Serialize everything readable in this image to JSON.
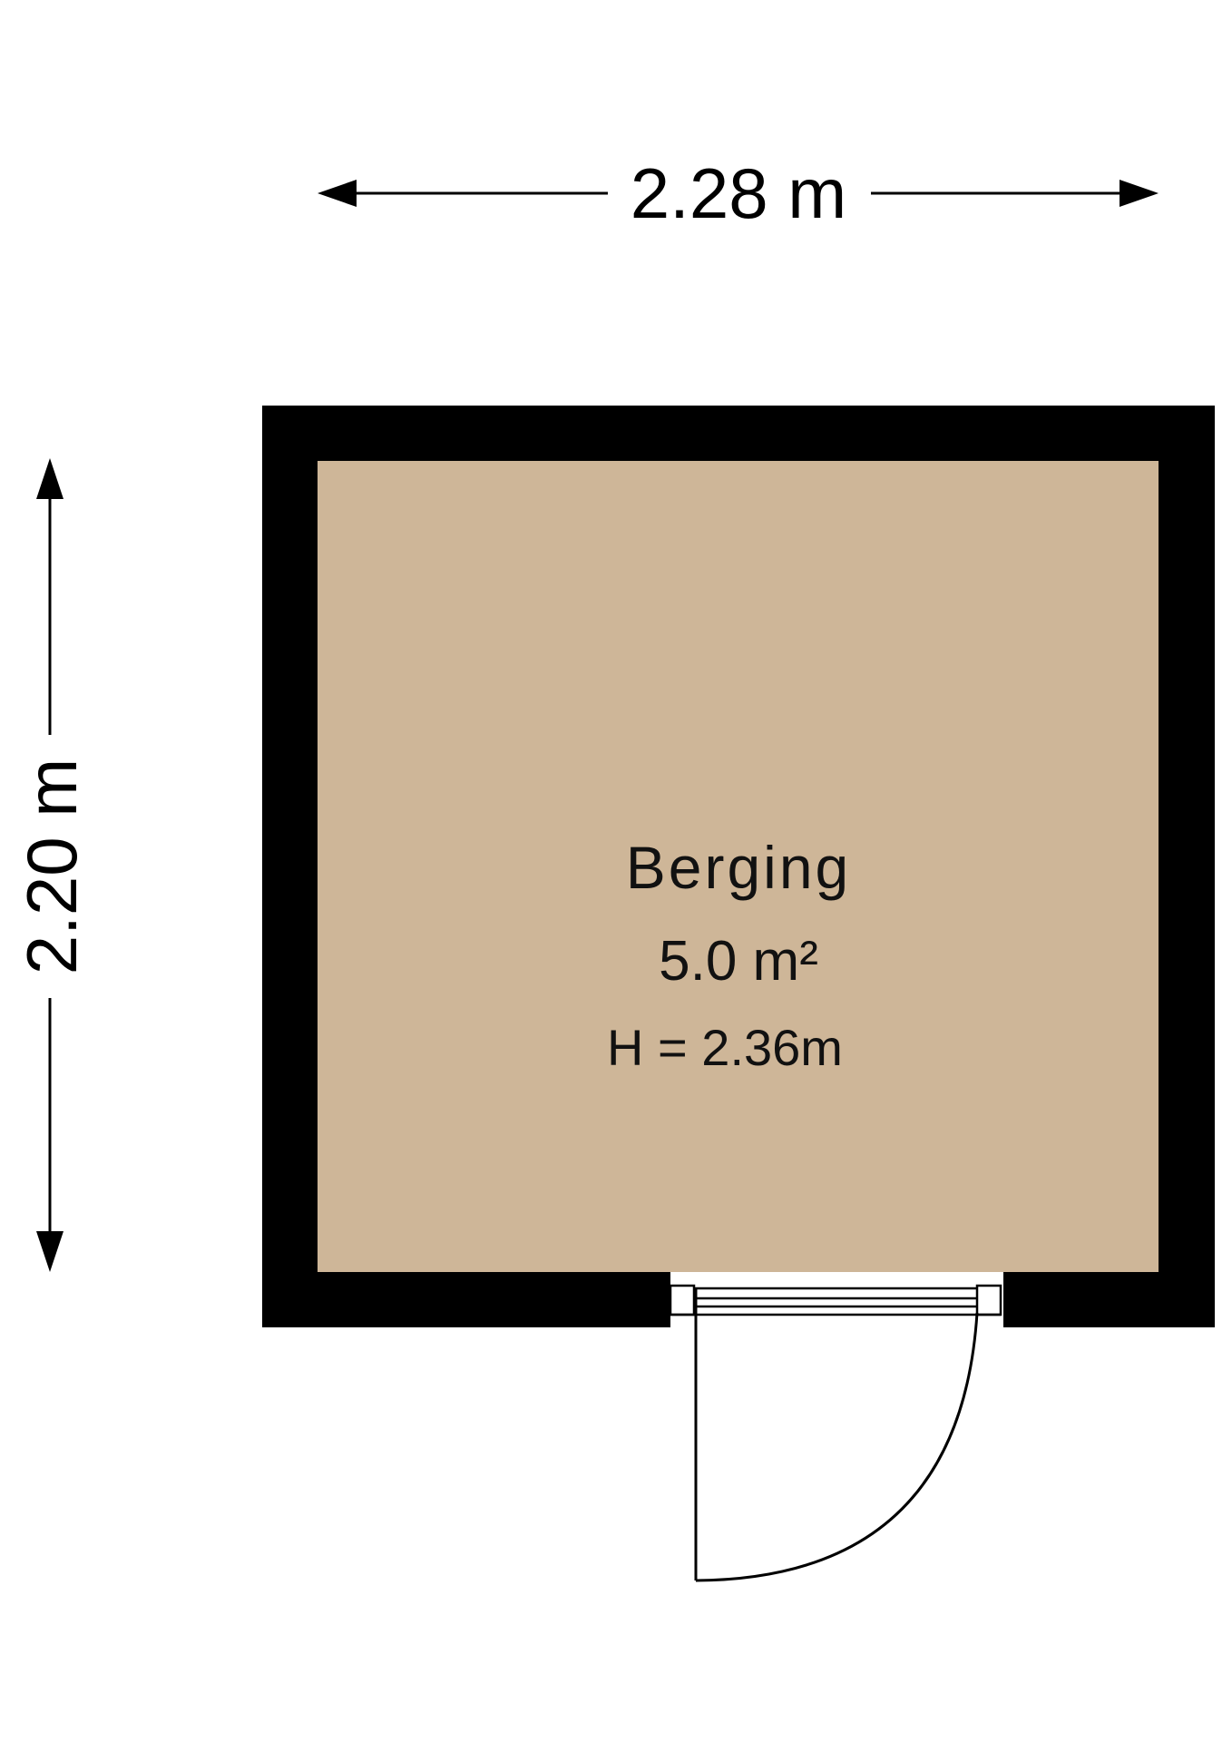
{
  "dimensions": {
    "width_label": "2.28 m",
    "depth_label": "2.20 m"
  },
  "room": {
    "name": "Berging",
    "area": "5.0 m²",
    "height": "H = 2.36m"
  },
  "colors": {
    "floor": "#CEB698",
    "wall": "#000000",
    "background": "#FFFFFF"
  }
}
